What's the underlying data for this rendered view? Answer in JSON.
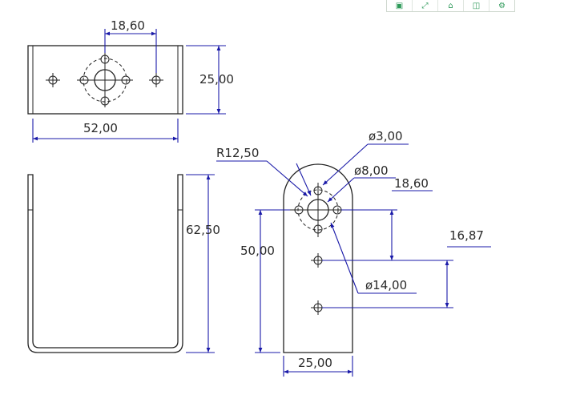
{
  "toolbar": {
    "buttons": [
      {
        "icon": "save-icon",
        "glyph": "▣"
      },
      {
        "icon": "expand-icon",
        "glyph": "⤢"
      },
      {
        "icon": "home-icon",
        "glyph": "⌂"
      },
      {
        "icon": "window-icon",
        "glyph": "◫"
      },
      {
        "icon": "settings-icon",
        "glyph": "⚙"
      }
    ],
    "color": "#2e9a5a"
  },
  "dimensions": {
    "top_hole_spacing": "18,60",
    "top_height": "25,00",
    "top_width": "52,00",
    "side_height": "62,50",
    "radius": "R12,50",
    "small_hole_dia": "ø3,00",
    "center_hole_dia": "ø8,00",
    "right_hole_spacing": "18,60",
    "lower_hole_spacing": "16,87",
    "center_height": "50,00",
    "bolt_circle_dia": "ø14,00",
    "front_width": "25,00"
  },
  "colors": {
    "dimension_lines": "#1a1aa8",
    "outline": "#222222",
    "text": "#2a2a2a"
  }
}
